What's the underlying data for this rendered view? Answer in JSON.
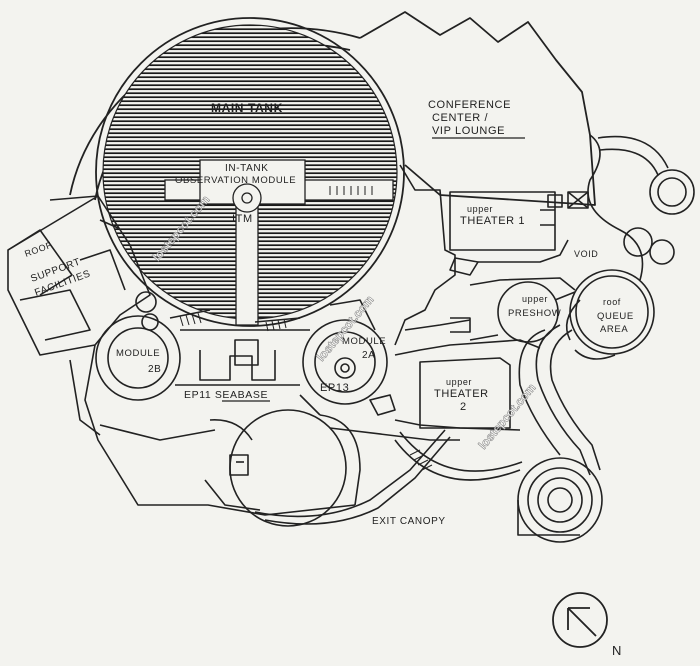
{
  "labels": {
    "main_tank": "MAIN TANK",
    "in_tank": "IN-TANK",
    "observation_module": "OBSERVATION MODULE",
    "itm": "ITM",
    "conference_center": "CONFERENCE",
    "conference_center_2": "CENTER /",
    "vip_lounge": "VIP LOUNGE",
    "upper_1": "upper",
    "theater_1": "THEATER 1",
    "void": "VOID",
    "roof_1": "ROOF",
    "support_1": "SUPPORT",
    "support_2": "FACILITIES",
    "upper_preshow": "upper",
    "preshow": "PRESHOW",
    "roof_2": "roof",
    "queue_1": "QUEUE",
    "queue_2": "AREA",
    "module_2b": "MODULE",
    "module_2b_num": "2B",
    "module_2a": "MODULE",
    "module_2a_num": "2A",
    "ep13": "EP13",
    "ep11_seabase": "EP11 SEABASE",
    "upper_2": "upper",
    "theater_2": "THEATER",
    "theater_2_num": "2",
    "exit_canopy": "EXIT CANOPY",
    "north": "N"
  },
  "watermarks": [
    "lostepcot.com",
    "lostepcot.com",
    "lostepcot.com"
  ]
}
